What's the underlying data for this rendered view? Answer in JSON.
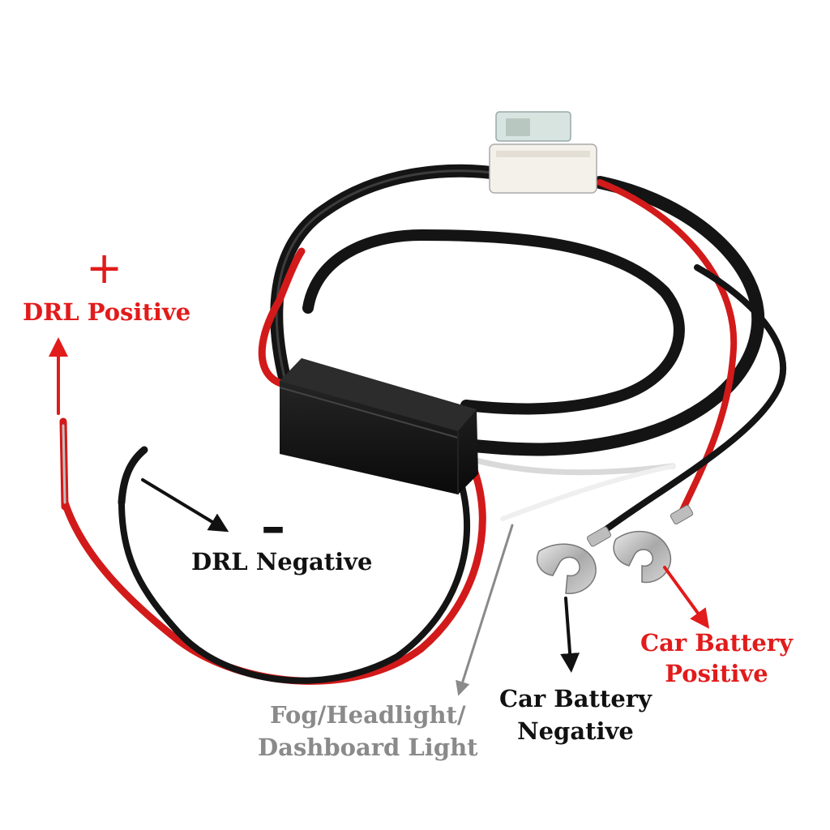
{
  "labels": {
    "plus_sign": "+",
    "minus_sign": "–",
    "drl_positive": "DRL Positive",
    "drl_negative": "DRL Negative",
    "car_battery_positive": [
      "Car Battery",
      "Positive"
    ],
    "car_battery_negative": [
      "Car Battery",
      "Negative"
    ],
    "fog_headlight": [
      "Fog/Headlight/",
      "Dashboard Light"
    ]
  },
  "colors": {
    "positive": "#e21b1b",
    "negative": "#111111",
    "signal": "#8a8a8a",
    "wire_red": "#d21a1a",
    "wire_black": "#141414"
  }
}
